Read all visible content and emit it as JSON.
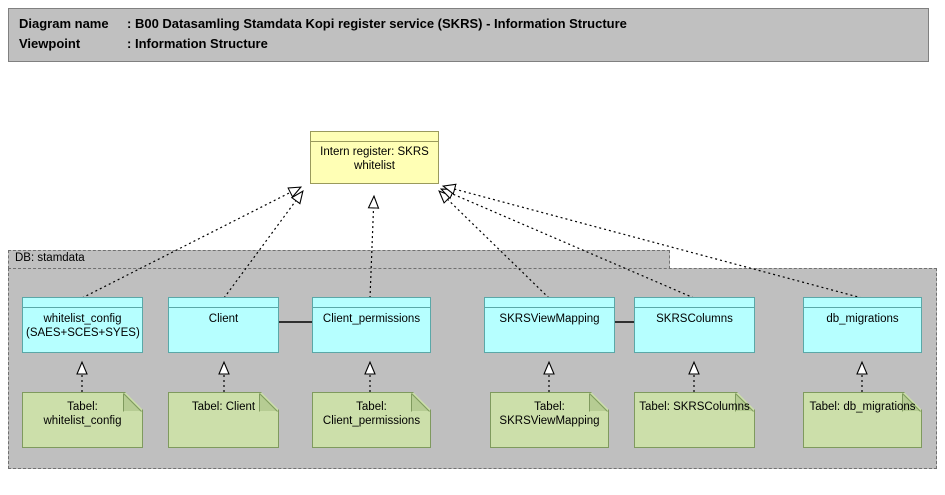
{
  "header": {
    "name_key": "Diagram name",
    "name_sep": ": ",
    "name_value": "B00 Datasamling Stamdata Kopi register service (SKRS) - Information Structure",
    "viewpoint_key": "Viewpoint",
    "viewpoint_sep": ": ",
    "viewpoint_value": "Information Structure"
  },
  "colors": {
    "header_bg": "#c0c0c0",
    "group_bg": "#bfbfbf",
    "business_object": "#ffffb5",
    "data_object": "#b6ffff",
    "deliverable": "#ccdfaa",
    "line": "#000000"
  },
  "group": {
    "label": "DB: stamdata"
  },
  "business_object": {
    "label": "Intern register: SKRS whitelist"
  },
  "data_objects": [
    {
      "label": "whitelist_config\n(SAES+SCES+SYES)"
    },
    {
      "label": "Client"
    },
    {
      "label": "Client_permissions"
    },
    {
      "label": "SKRSViewMapping"
    },
    {
      "label": "SKRSColumns"
    },
    {
      "label": "db_migrations"
    }
  ],
  "deliverables": [
    {
      "label": "Tabel:\nwhitelist_config"
    },
    {
      "label": "Tabel: Client"
    },
    {
      "label": "Tabel:\nClient_permissions"
    },
    {
      "label": "Tabel:\nSKRSViewMapping"
    },
    {
      "label": "Tabel: SKRSColumns"
    },
    {
      "label": "Tabel: db_migrations"
    }
  ]
}
